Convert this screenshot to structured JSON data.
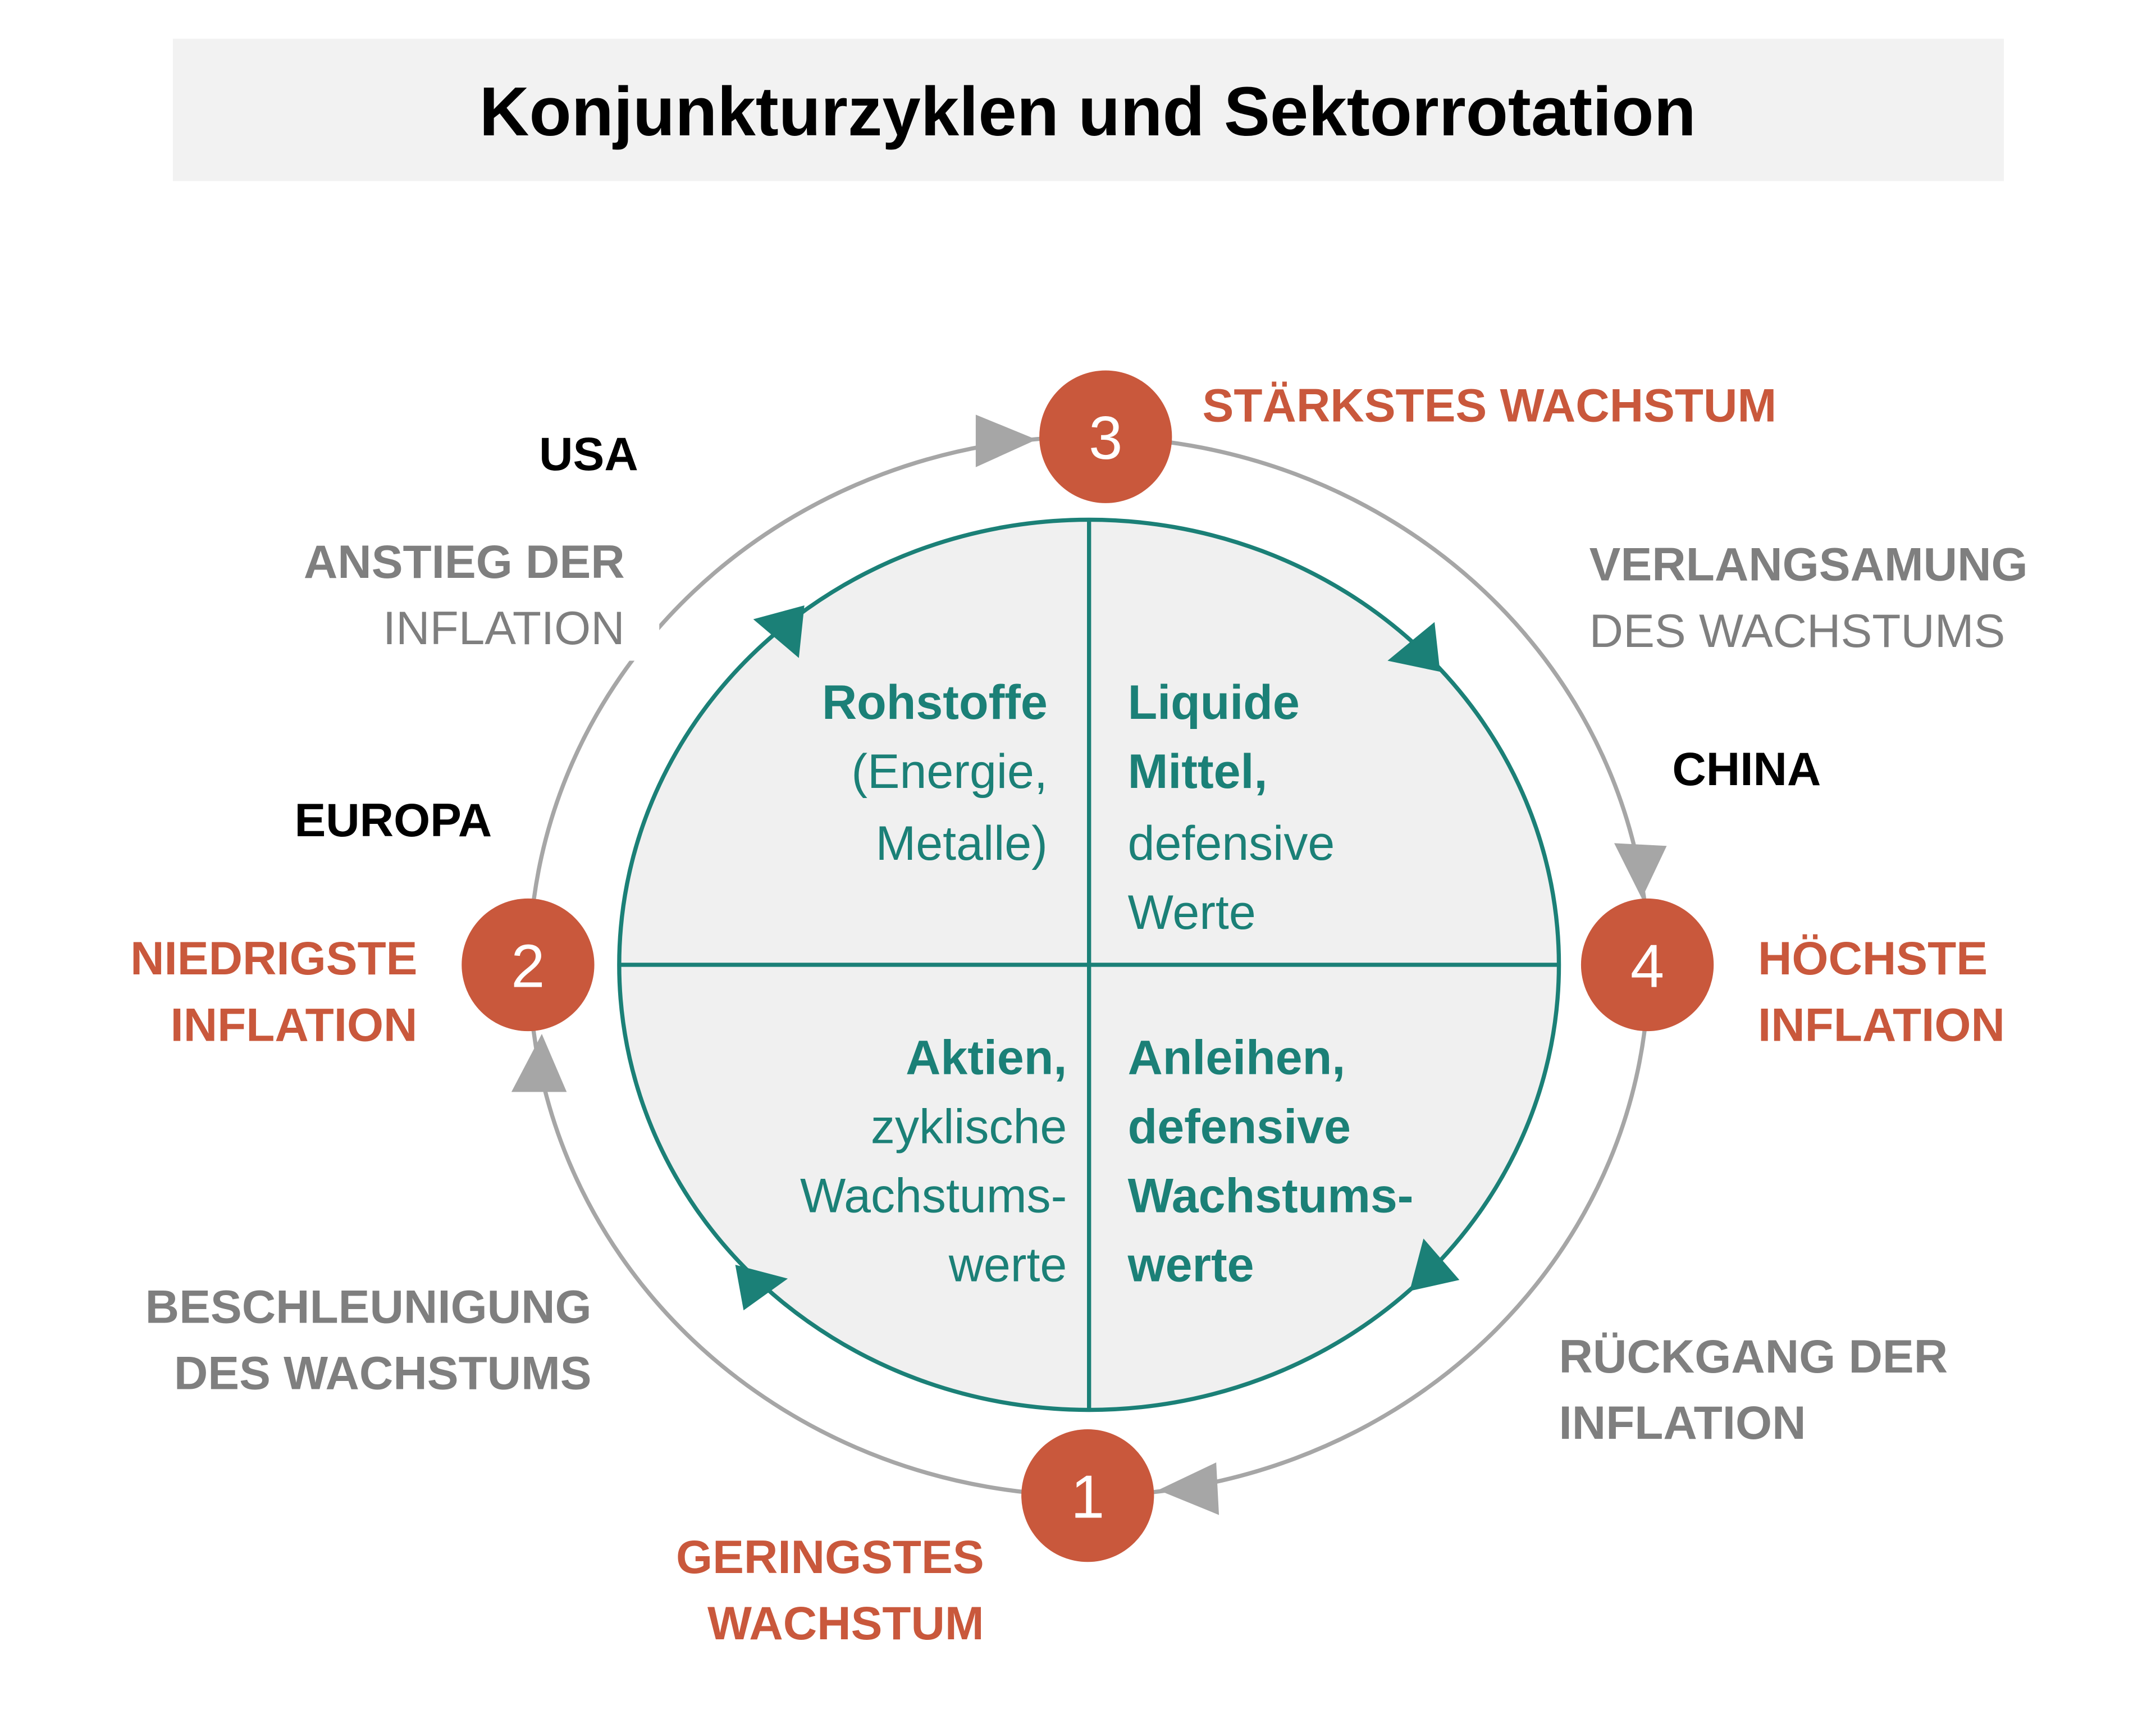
{
  "title": "Konjunkturzyklen und Sektorrotation",
  "colors": {
    "accent": "#c9583c",
    "teal": "#1b8077",
    "gray": "#7f7f7f",
    "title_bg": "#f2f2f2",
    "inner_fill": "#f0f0f0"
  },
  "phases": [
    {
      "number": "1",
      "label_lines": [
        "GERINGSTES",
        "WACHSTUM"
      ]
    },
    {
      "number": "2",
      "label_lines": [
        "NIEDRIGSTE",
        "INFLATION"
      ]
    },
    {
      "number": "3",
      "label_lines": [
        "STÄRKSTES WACHSTUM"
      ]
    },
    {
      "number": "4",
      "label_lines": [
        "HÖCHSTE",
        "INFLATION"
      ]
    }
  ],
  "transitions": {
    "acceleration": [
      "BESCHLEUNIGUNG",
      "DES WACHSTUMS"
    ],
    "inflation_rise": [
      "ANSTIEG DER",
      "INFLATION"
    ],
    "slowdown": [
      "VERLANGSAMUNG",
      "DES WACHSTUMS"
    ],
    "inflation_decline": [
      "RÜCKGANG DER",
      "INFLATION"
    ]
  },
  "regions": {
    "usa": "USA",
    "europe": "EUROPA",
    "china": "CHINA"
  },
  "quadrants": {
    "top_left": [
      "Rohstoffe",
      "(Energie,",
      "Metalle)"
    ],
    "top_right": [
      "Liquide",
      "Mittel,",
      "defensive",
      "Werte"
    ],
    "bottom_left": [
      "Aktien,",
      "zyklische",
      "Wachstums-",
      "werte"
    ],
    "bottom_right": [
      "Anleihen,",
      "defensive",
      "Wachstums-",
      "werte"
    ]
  }
}
